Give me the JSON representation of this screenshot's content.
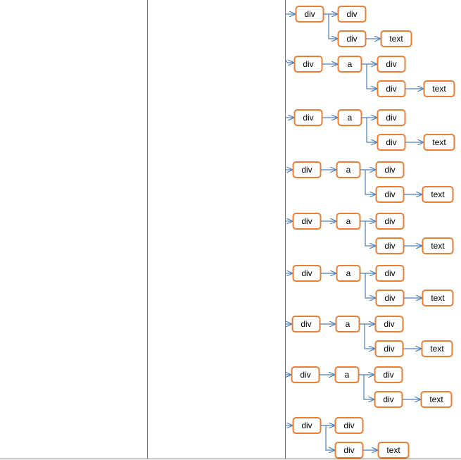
{
  "colors": {
    "node_border": "#ED7D31",
    "connector": "#4A7EBB",
    "background": "#FFFFFF"
  },
  "rows": [
    {
      "first": "div",
      "second": null,
      "top_child": "div",
      "bottom_child": "div",
      "leaf": "text"
    },
    {
      "first": "div",
      "second": "a",
      "top_child": "div",
      "bottom_child": "div",
      "leaf": "text"
    },
    {
      "first": "div",
      "second": "a",
      "top_child": "div",
      "bottom_child": "div",
      "leaf": "text"
    },
    {
      "first": "div",
      "second": "a",
      "top_child": "div",
      "bottom_child": "div",
      "leaf": "text"
    },
    {
      "first": "div",
      "second": "a",
      "top_child": "div",
      "bottom_child": "div",
      "leaf": "text"
    },
    {
      "first": "div",
      "second": "a",
      "top_child": "div",
      "bottom_child": "div",
      "leaf": "text"
    },
    {
      "first": "div",
      "second": "a",
      "top_child": "div",
      "bottom_child": "div",
      "leaf": "text"
    },
    {
      "first": "div",
      "second": "a",
      "top_child": "div",
      "bottom_child": "div",
      "leaf": "text"
    },
    {
      "first": "div",
      "second": null,
      "top_child": "div",
      "bottom_child": "div",
      "leaf": "text"
    }
  ]
}
